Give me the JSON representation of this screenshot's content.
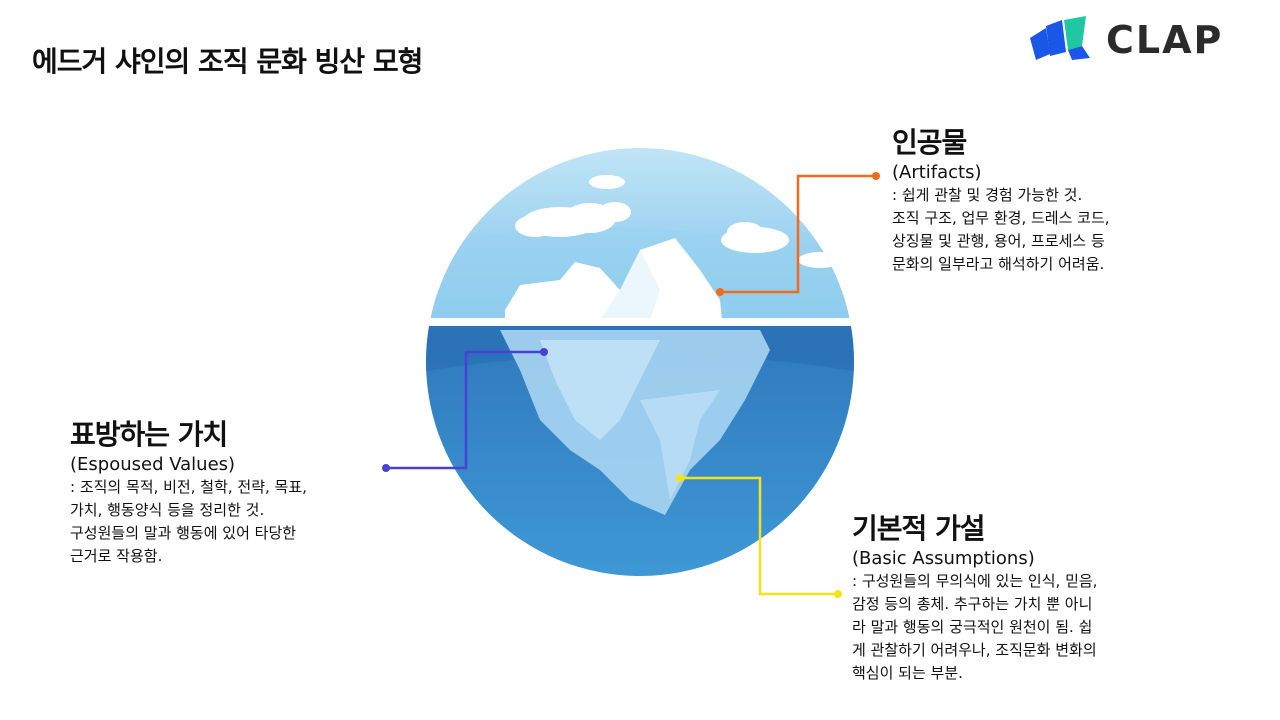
{
  "title": "에드거 샤인의 조직 문화 빙산 모형",
  "logo": {
    "text": "CLAP",
    "icon": "clap-logo-icon",
    "colors": [
      "#1a56e8",
      "#1fc8a0"
    ]
  },
  "colors": {
    "artifacts": "#f26a1b",
    "espoused": "#4a3fd6",
    "basic": "#f5e31a",
    "sky": "#a7d8f2",
    "sea": "#3b8fcf"
  },
  "artifacts": {
    "title": "인공물",
    "subtitle": "(Artifacts)",
    "lines": [
      ": 쉽게 관찰 및 경험 가능한 것.",
      "조직 구조, 업무 환경, 드레스 코드,",
      "상징물 및 관행, 용어, 프로세스 등",
      "문화의 일부라고 해석하기 어려움."
    ]
  },
  "espoused": {
    "title": "표방하는 가치",
    "subtitle": "(Espoused Values)",
    "lines": [
      ": 조직의 목적, 비전, 철학, 전략, 목표,",
      "가치, 행동양식 등을 정리한 것.",
      "구성원들의 말과 행동에 있어 타당한",
      "근거로 작용함."
    ]
  },
  "basic": {
    "title": "기본적 가설",
    "subtitle": "(Basic Assumptions)",
    "lines": [
      ": 구성원들의 무의식에 있는 인식, 믿음,",
      "감정 등의 총체. 추구하는 가치 뿐 아니",
      "라 말과 행동의 궁극적인 원천이 됨. 쉽",
      "게 관찰하기 어려우나, 조직문화 변화의",
      "핵심이 되는 부분."
    ]
  }
}
